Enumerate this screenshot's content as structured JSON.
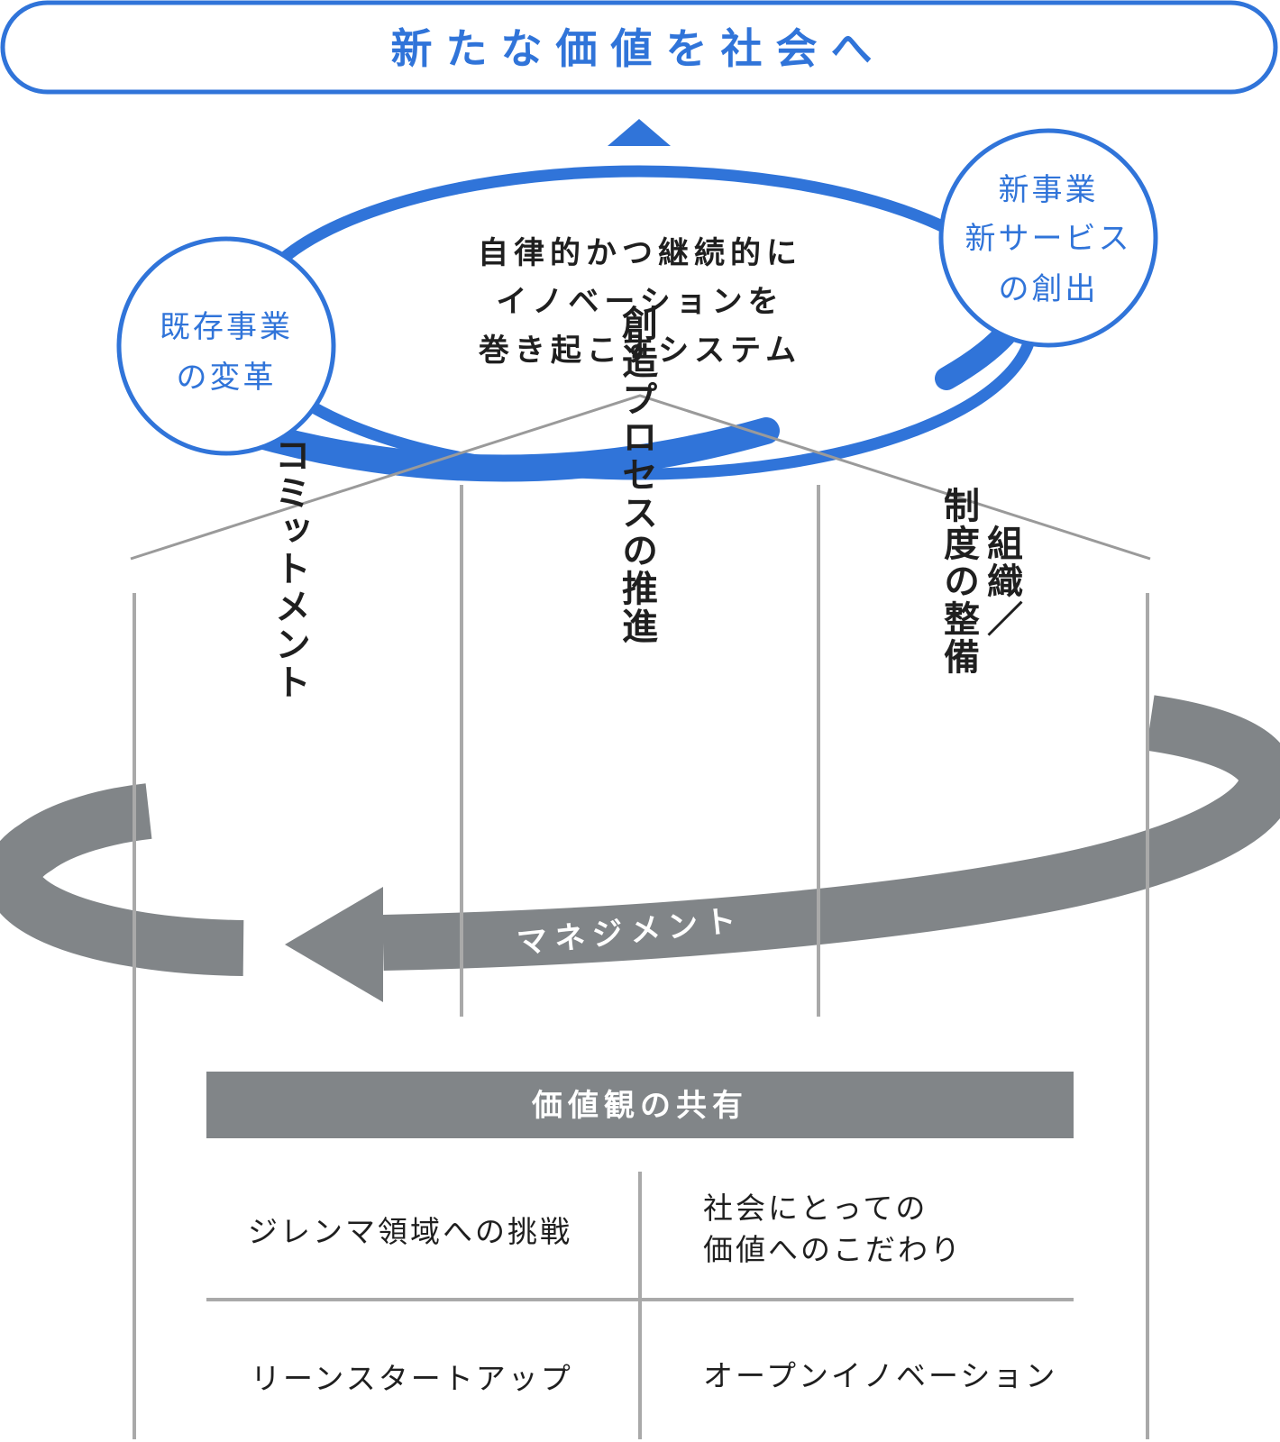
{
  "colors": {
    "accent": "#3074d9",
    "gray": "#818588",
    "line": "#a9a9a9",
    "text": "#1f1f1f"
  },
  "banner": {
    "title": "新たな価値を社会へ"
  },
  "cycle": {
    "center_lines": [
      "自律的かつ継続的に",
      "イノベーションを",
      "巻き起こすシステム"
    ],
    "left_circle": [
      "既存事業",
      "の変革"
    ],
    "right_circle": [
      "新事業",
      "新サービス",
      "の創出"
    ]
  },
  "pillars": [
    {
      "lines": [
        "コミットメント"
      ]
    },
    {
      "lines": [
        "創造プロセスの推進"
      ]
    },
    {
      "lines": [
        "組織／",
        "制度の整備"
      ]
    }
  ],
  "management_arrow": {
    "label": "マネジメント"
  },
  "foundation": {
    "title": "価値観の共有",
    "cells": [
      [
        "ジレンマ領域への挑戦"
      ],
      [
        "社会にとっての",
        "価値へのこだわり"
      ],
      [
        "リーンスタートアップ"
      ],
      [
        "オープンイノベーション"
      ]
    ]
  }
}
